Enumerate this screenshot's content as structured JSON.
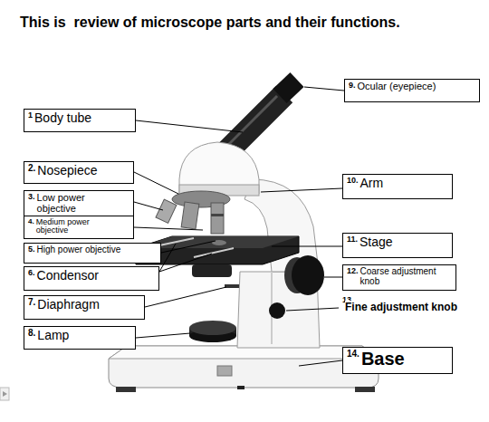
{
  "diagram": {
    "title": "This is  review of microscope parts and their functions.",
    "nodes": [
      {
        "text": [
          "1",
          "Body tube"
        ]
      },
      {
        "text": [
          "2.",
          "Nosepiece"
        ]
      },
      {
        "text": [
          "3.",
          "Low power objective"
        ]
      },
      {
        "text": [
          "4.",
          "Medium power objective"
        ]
      },
      {
        "text": [
          "5.",
          "High power objective"
        ]
      },
      {
        "text": [
          "6.",
          "Condensor"
        ]
      },
      {
        "text": [
          "7.",
          "Diaphragm"
        ]
      },
      {
        "text": [
          "8.",
          "Lamp"
        ]
      },
      {
        "text": [
          "9.",
          "Ocular (eyepiece)"
        ]
      },
      {
        "text": [
          "10.",
          "Arm"
        ]
      },
      {
        "text": [
          "11.",
          "Stage"
        ]
      },
      {
        "text": [
          "12.",
          "Coarse adjustment knob"
        ]
      },
      {
        "text": [
          "14.",
          "Base"
        ]
      }
    ],
    "labels": [
      "13",
      "Fine adjustment knob"
    ]
  }
}
